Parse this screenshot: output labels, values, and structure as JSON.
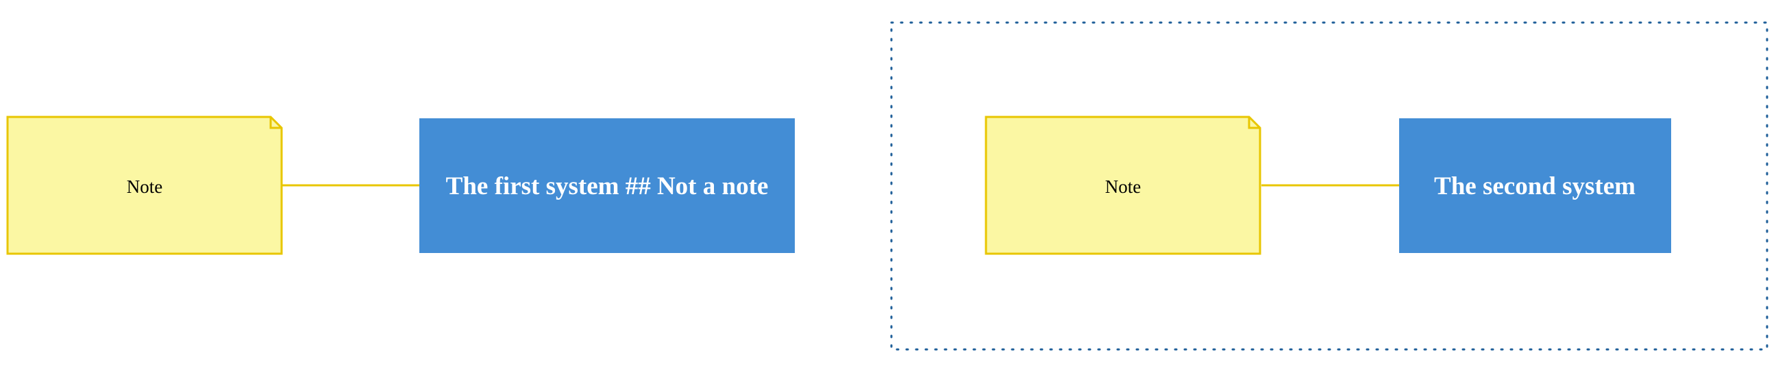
{
  "diagram": {
    "notes": [
      {
        "label": "Note"
      },
      {
        "label": "Note"
      }
    ],
    "systems": [
      {
        "label": "The first system ## Not a note"
      },
      {
        "label": "The second system"
      }
    ],
    "boundary": {
      "label": ""
    }
  },
  "colors": {
    "note_fill": "#fbf7a3",
    "note_stroke": "#e8c600",
    "system_fill": "#438dd5",
    "system_text": "#ffffff",
    "connector": "#e8c600",
    "boundary_stroke": "#1f5f99"
  }
}
